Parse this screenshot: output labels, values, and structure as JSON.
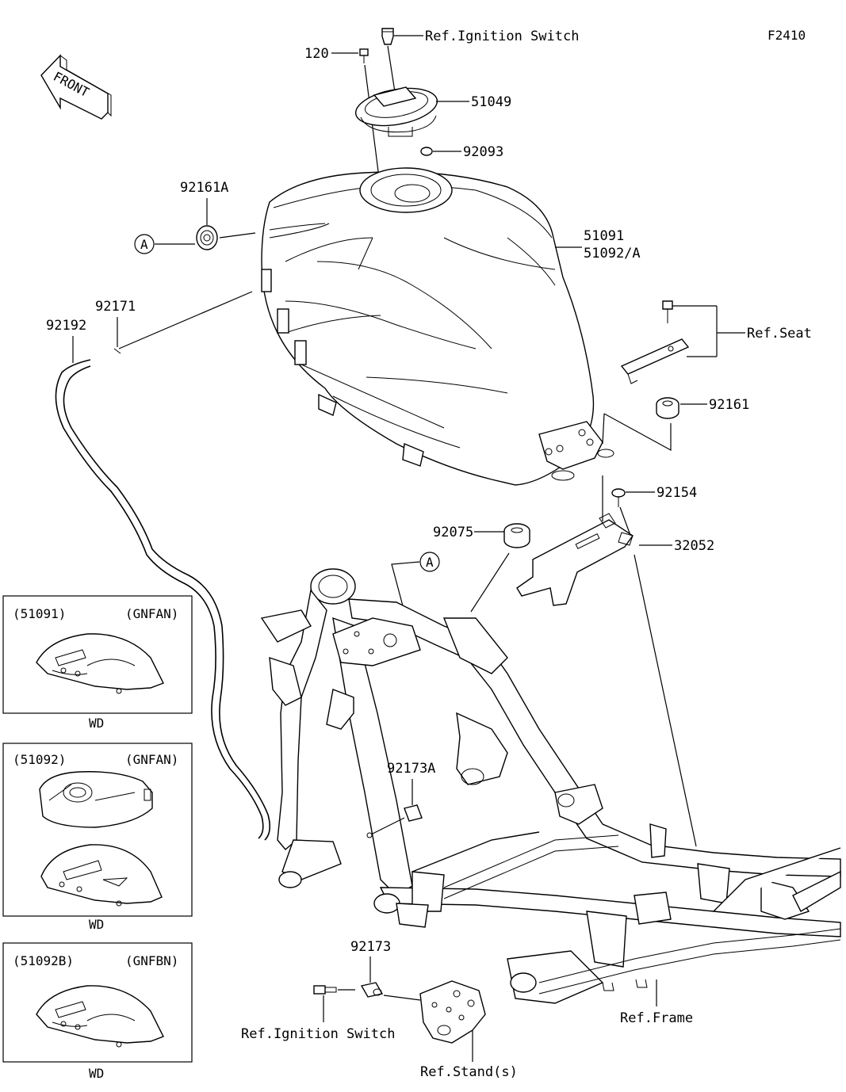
{
  "figure_code": "F2410",
  "front_label": "FRONT",
  "callouts": {
    "ref_ignition_switch_top": "Ref.Ignition Switch",
    "p120": "120",
    "p51049": "51049",
    "p92093": "92093",
    "p92161A": "92161A",
    "circle_a": "A",
    "p51091": "51091",
    "p51092A": "51092/A",
    "p92171": "92171",
    "p92192": "92192",
    "ref_seat": "Ref.Seat",
    "p92161": "92161",
    "p92154": "92154",
    "p92075": "92075",
    "circle_a2": "A",
    "p32052": "32052",
    "p92173A": "92173A",
    "p92173": "92173",
    "ref_ignition_switch_bottom": "Ref.Ignition Switch",
    "ref_frame": "Ref.Frame",
    "ref_stands": "Ref.Stand(s)"
  },
  "variants": [
    {
      "part": "(51091)",
      "code": "(GNFAN)",
      "caption": "WD"
    },
    {
      "part": "(51092)",
      "code": "(GNFAN)",
      "caption": "WD"
    },
    {
      "part": "(51092B)",
      "code": "(GNFBN)",
      "caption": "WD"
    }
  ]
}
